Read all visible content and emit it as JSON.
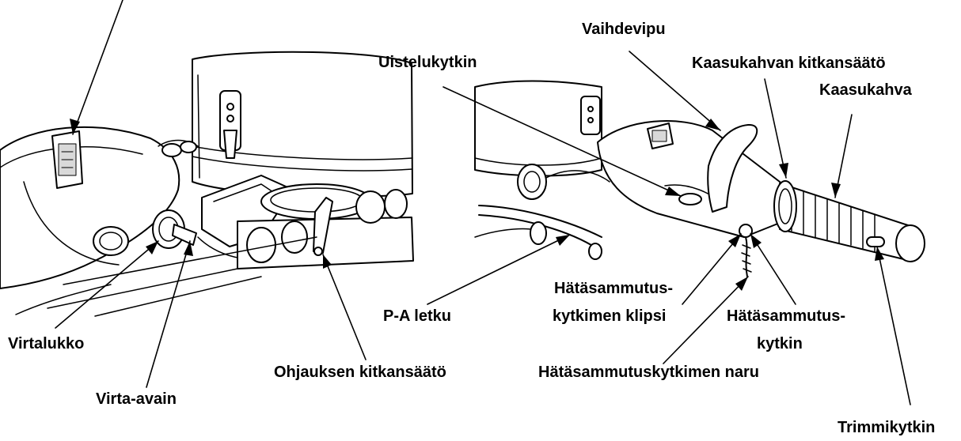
{
  "colors": {
    "ink": "#000000",
    "paper": "#ffffff",
    "shade": "#d9d9d9"
  },
  "labels": {
    "vaihdevipu": "Vaihdevipu",
    "uistelukytkin": "Uistelukytkin",
    "kaasukahvan_kitkansaato": "Kaasukahvan kitkansäätö",
    "kaasukahva": "Kaasukahva",
    "hatasammutus_klipsi_1": "Hätäsammutus-",
    "hatasammutus_klipsi_2": "kytkimen klipsi",
    "hatasammutus_kytkin_1": "Hätäsammutus-",
    "hatasammutus_kytkin_2": "kytkin",
    "hatasammutus_naru": "Hätäsammutuskytkimen naru",
    "pa_letku": "P-A letku",
    "virtalukko": "Virtalukko",
    "ohjauksen_kitkansaato": "Ohjauksen kitkansäätö",
    "virta_avain": "Virta-avain",
    "trimmikytkin": "Trimmikytkin"
  }
}
